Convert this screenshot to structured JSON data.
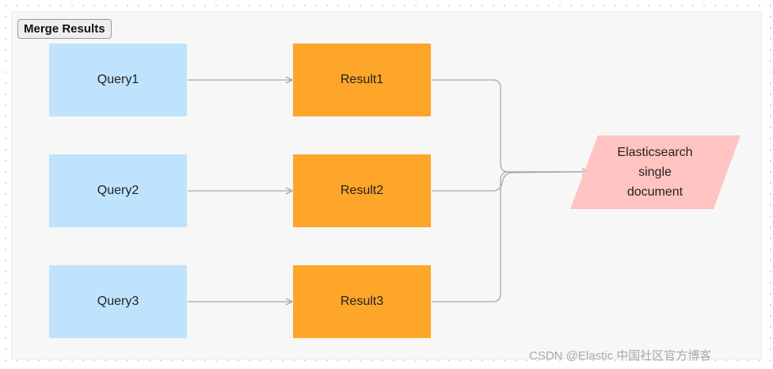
{
  "frame": {
    "label": "Merge Results"
  },
  "queries": [
    {
      "label": "Query1"
    },
    {
      "label": "Query2"
    },
    {
      "label": "Query3"
    }
  ],
  "results": [
    {
      "label": "Result1"
    },
    {
      "label": "Result2"
    },
    {
      "label": "Result3"
    }
  ],
  "target": {
    "lines": [
      "Elasticsearch",
      "single",
      "document"
    ]
  },
  "watermark": "CSDN @Elastic 中国社区官方博客",
  "colors": {
    "query_fill": "#bfe3fd",
    "result_fill": "#fea62a",
    "target_fill": "#ffc4c1",
    "connector": "#a8a8a8"
  }
}
